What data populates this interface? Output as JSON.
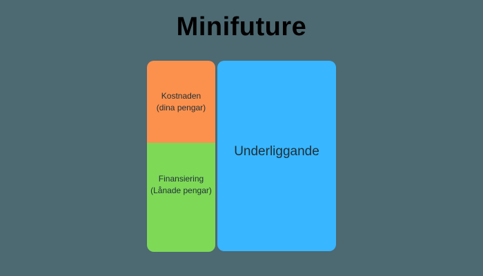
{
  "title": "Minifuture",
  "colors": {
    "background": "#4D6972",
    "title_text": "#000000",
    "box_text": "#1F2F38",
    "cost_box": "#FC914D",
    "financing_box": "#7ED957",
    "underlying_box": "#38B6FF"
  },
  "diagram": {
    "cost_box": {
      "line1": "Kostnaden",
      "line2": "(dina pengar)"
    },
    "financing_box": {
      "line1": "Finansiering",
      "line2": "(Lånade pengar)"
    },
    "underlying_box": {
      "label": "Underliggande"
    }
  }
}
